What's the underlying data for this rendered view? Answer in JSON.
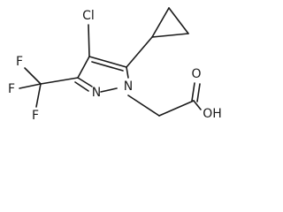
{
  "molecule": {
    "atoms": {
      "chlorine": "Cl",
      "fluorine_1": "F",
      "fluorine_2": "F",
      "fluorine_3": "F",
      "nitrogen_ring_upper": "N",
      "nitrogen_ring_lower": "N",
      "hydroxyl": "OH",
      "carbonyl_oxygen": "O"
    }
  }
}
